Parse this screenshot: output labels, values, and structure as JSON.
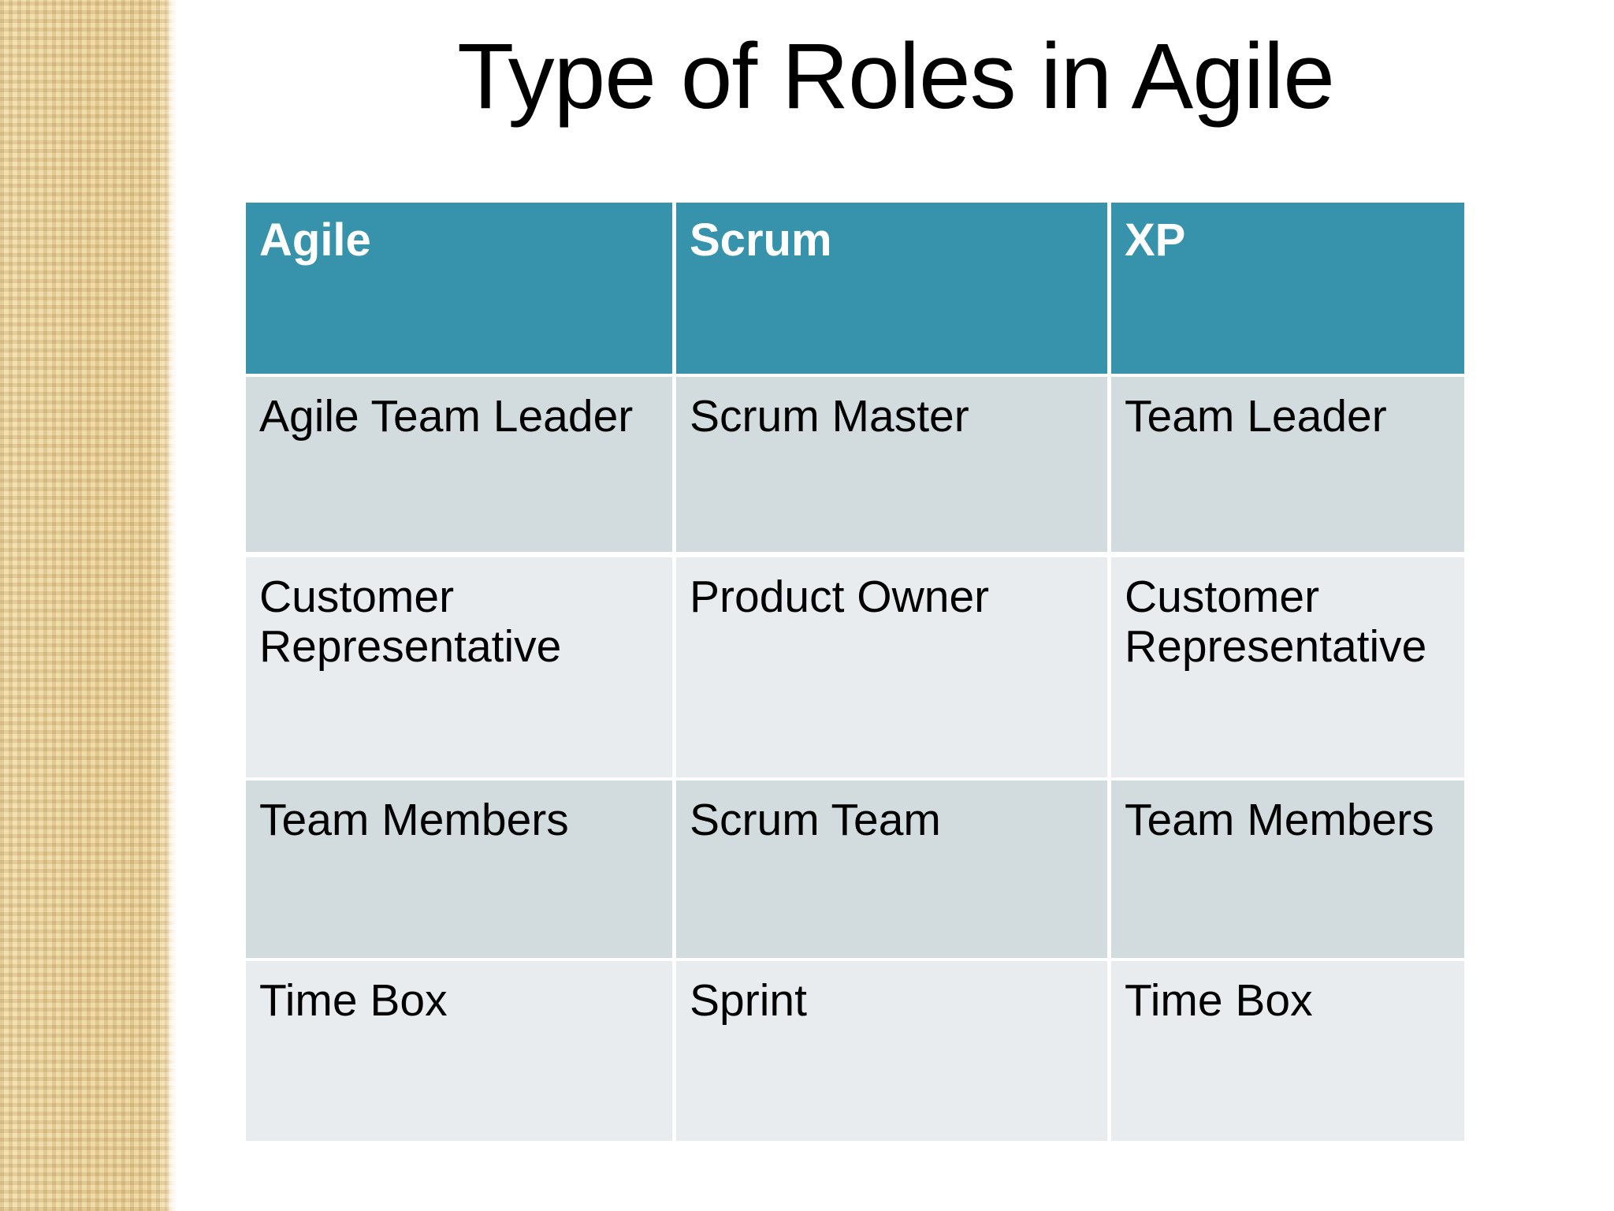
{
  "slide": {
    "title": "Type of Roles in Agile",
    "background_color": "#ffffff",
    "sidebar_color": "#f0e1ba"
  },
  "table": {
    "header_color": "#3793ab",
    "header_text_color": "#ffffff",
    "row_band_dark": "#d2dcdf",
    "row_band_light": "#e9ecef",
    "columns": [
      "Agile",
      "Scrum",
      "XP"
    ],
    "rows": [
      {
        "agile": "Agile Team Leader",
        "scrum": "Scrum Master",
        "xp": "Team Leader"
      },
      {
        "agile": "Customer Representative",
        "scrum": "Product Owner",
        "xp": "Customer Representative"
      },
      {
        "agile": "Team Members",
        "scrum": "Scrum Team",
        "xp": "Team Members"
      },
      {
        "agile": "Time Box",
        "scrum": "Sprint",
        "xp": "Time Box"
      }
    ]
  }
}
